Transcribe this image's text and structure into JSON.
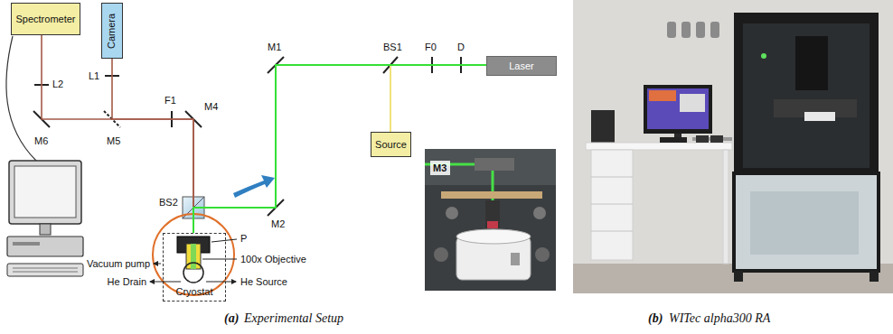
{
  "diagram": {
    "nodes": [
      {
        "text": [
          "Spectrometer"
        ]
      },
      {
        "text": [
          "Camera"
        ]
      },
      {
        "text": [
          "Laser"
        ]
      },
      {
        "text": [
          "Source"
        ]
      },
      {
        "text": [
          "Cryostat"
        ]
      }
    ],
    "edges": [
      {
        "from": 2,
        "to": 4,
        "arrow": "none"
      },
      {
        "from": 3,
        "to": 4,
        "arrow": "none"
      },
      {
        "from": 4,
        "to": 0,
        "arrow": "none"
      },
      {
        "from": 4,
        "to": 1,
        "arrow": "none"
      }
    ],
    "labels": [
      "L2",
      "L1",
      "M6",
      "M5",
      "F1",
      "M4",
      "M1",
      "BS1",
      "F0",
      "D",
      "M2",
      "BS2",
      "P",
      "100x Objective",
      "Vacuum pump",
      "He Drain",
      "He Source",
      "M3",
      "(a)",
      "Experimental Setup",
      "(b)",
      "WITec alpha300 RA"
    ]
  }
}
